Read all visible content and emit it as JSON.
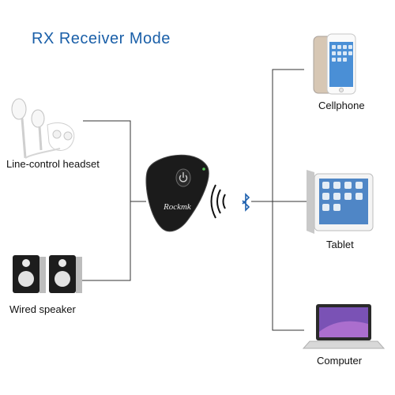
{
  "title": "RX Receiver Mode",
  "colors": {
    "title": "#1a5fa8",
    "lines": "#333333",
    "bluetooth": "#1c5fae"
  },
  "devices": {
    "headset": {
      "label": "Line-control headset",
      "icon": "earphones-icon"
    },
    "speaker": {
      "label": "Wired speaker",
      "icon": "speaker-icon"
    },
    "cellphone": {
      "label": "Cellphone",
      "icon": "smartphone-icon"
    },
    "tablet": {
      "label": "Tablet",
      "icon": "tablet-icon"
    },
    "computer": {
      "label": "Computer",
      "icon": "laptop-icon"
    }
  },
  "receiver": {
    "brand": "Rockmk",
    "icon": "power-icon"
  },
  "wireless": {
    "icon": "bluetooth-icon"
  }
}
